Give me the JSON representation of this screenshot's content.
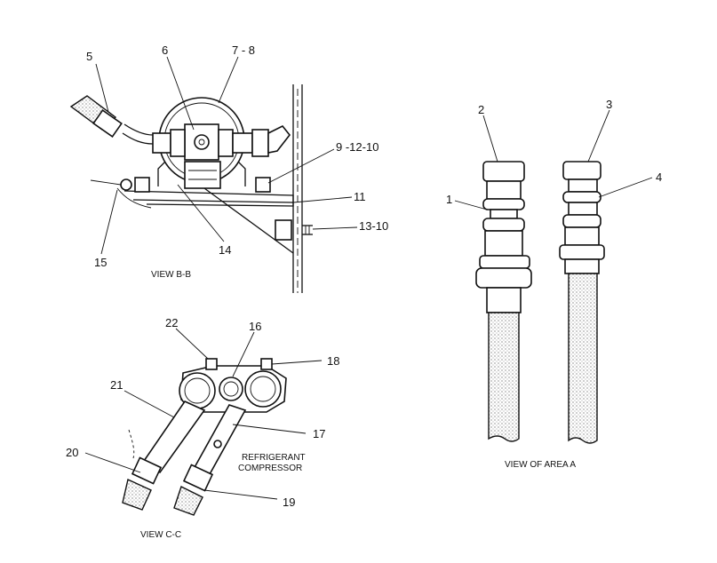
{
  "callouts": {
    "c1": "1",
    "c2": "2",
    "c3": "3",
    "c4": "4",
    "c5": "5",
    "c6": "6",
    "c7_8": "7 - 8",
    "c9_12_10": "9 -12-10",
    "c11": "11",
    "c13_10": "13-10",
    "c14": "14",
    "c15": "15",
    "c16": "16",
    "c17": "17",
    "c18": "18",
    "c19": "19",
    "c20": "20",
    "c21": "21",
    "c22": "22"
  },
  "captions": {
    "view_bb": "VIEW B-B",
    "view_cc": "VIEW C-C",
    "view_area_a": "VIEW OF AREA A",
    "refrigerant_line1": "REFRIGERANT",
    "refrigerant_line2": "COMPRESSOR"
  }
}
